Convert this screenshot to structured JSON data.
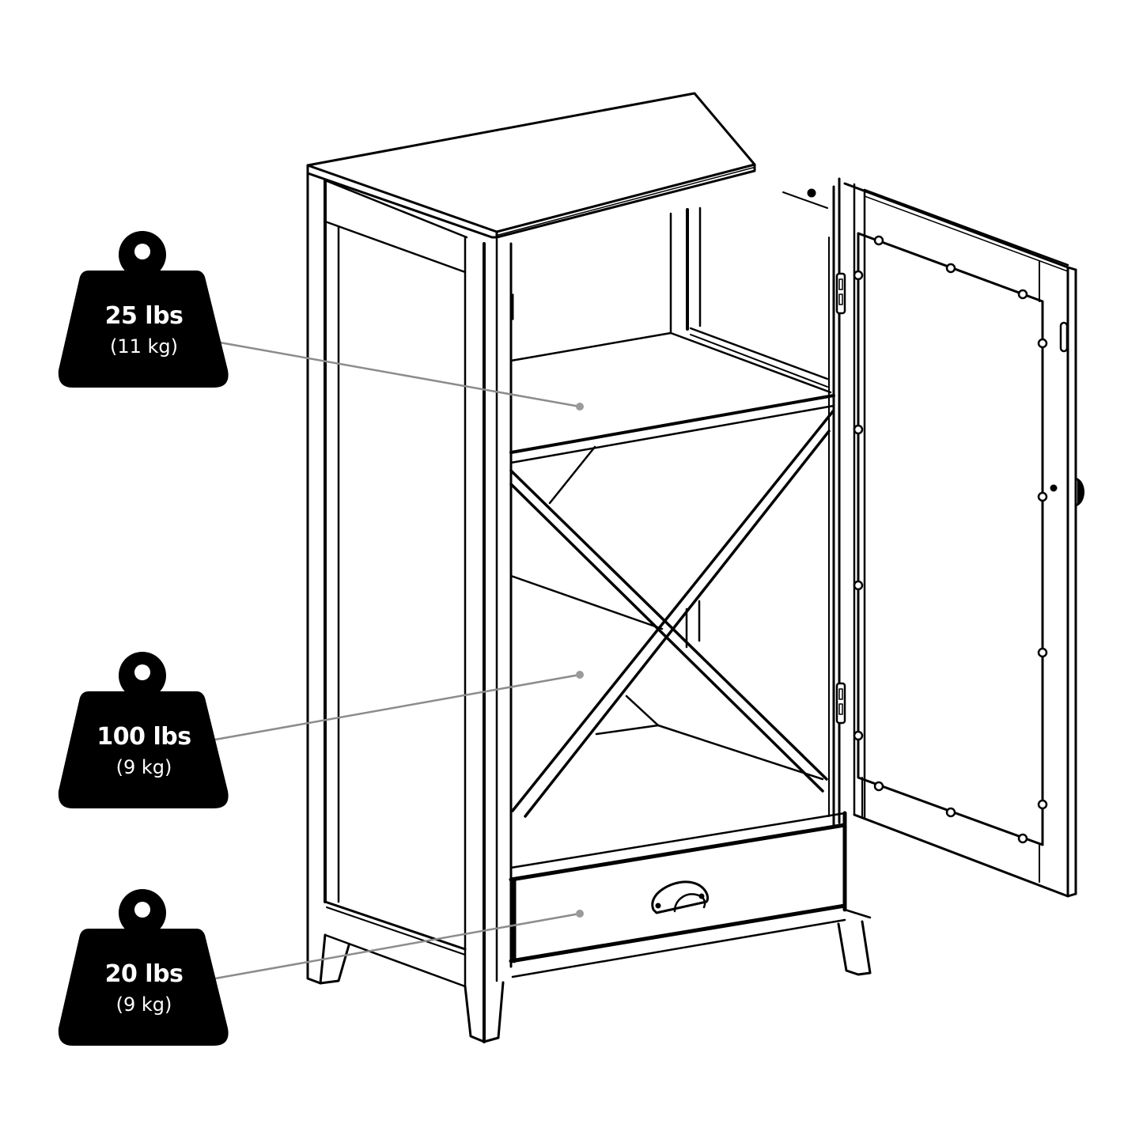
{
  "diagram": {
    "subject": "Storage cabinet with open top shelf, X-brace wine rack section, bottom drawer and open side door",
    "colors": {
      "background": "#ffffff",
      "line_art": "#000000",
      "weight_badge_fill": "#000000",
      "weight_badge_text": "#ffffff",
      "leader_line": "#8c8c8c",
      "leader_dot": "#9a9a9a"
    }
  },
  "weight_callouts": [
    {
      "id": "top-shelf",
      "weight_lbs": "25 lbs",
      "weight_kg": "(11 kg)",
      "target": "top shelf"
    },
    {
      "id": "x-rack",
      "weight_lbs": "100 lbs",
      "weight_kg": "(9 kg)",
      "target": "X-brace rack compartment"
    },
    {
      "id": "drawer",
      "weight_lbs": "20 lbs",
      "weight_kg": "(9 kg)",
      "target": "drawer"
    }
  ]
}
